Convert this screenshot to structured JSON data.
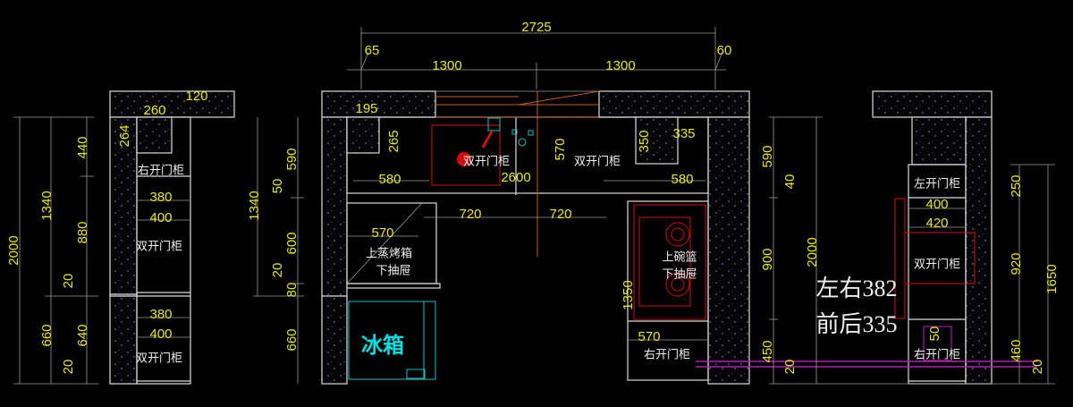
{
  "title": "Kitchen cabinet layout drawing",
  "colors": {
    "dimension": "#e8e820",
    "label": "#f0f0f0",
    "fridge": "#00e0e0",
    "appliance": "#d01010",
    "guide": "#b020b0",
    "centerline": "#c06020"
  },
  "top_dims": [
    "2725",
    "65",
    "60",
    "1300",
    "1300"
  ],
  "left_panel": {
    "labels": [
      "120",
      "260",
      "264",
      "右开门柜",
      "380",
      "400",
      "双开门柜",
      "380",
      "400",
      "双开门柜"
    ],
    "dims": [
      "2000",
      "1340",
      "660",
      "440",
      "880",
      "20",
      "640",
      "20"
    ]
  },
  "plan": {
    "labels": [
      "195",
      "265",
      "双开门柜",
      "2600",
      "570",
      "双开门柜",
      "350",
      "335",
      "580",
      "580",
      "720",
      "720",
      "570",
      "上蒸烤箱",
      "下抽屉",
      "上碗篮",
      "下抽屉",
      "1350",
      "570",
      "右开门柜"
    ],
    "fridge": "冰箱",
    "dims": [
      "1340",
      "590",
      "50",
      "600",
      "20",
      "80",
      "660"
    ]
  },
  "right_panel": {
    "labels": [
      "左开门柜",
      "400",
      "420",
      "双开门柜",
      "50",
      "右开门柜"
    ],
    "note": [
      "左右382",
      "前后335"
    ],
    "dims": [
      "590",
      "40",
      "900",
      "450",
      "20",
      "2000",
      "250",
      "920",
      "460",
      "20",
      "1650"
    ]
  }
}
